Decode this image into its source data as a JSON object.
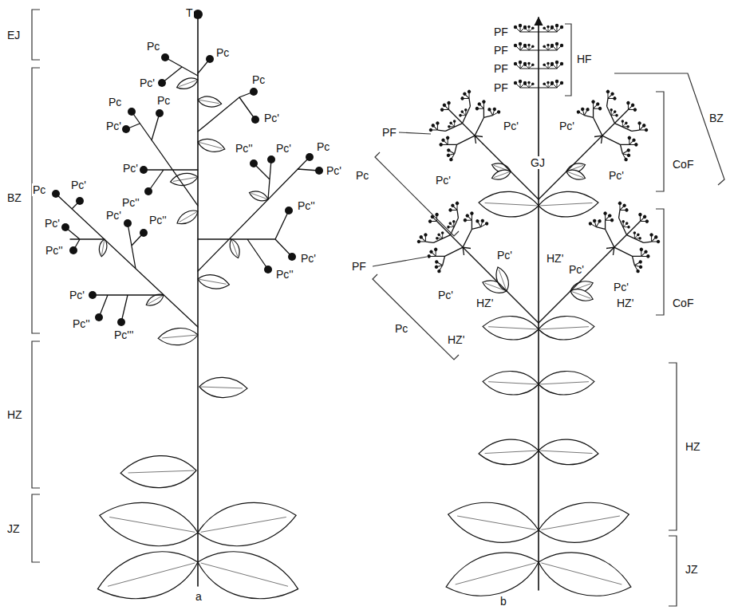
{
  "diagram": {
    "labels": [
      "T",
      "EJ",
      "Pc",
      "Pc",
      "Pc'",
      "Pc",
      "Pc",
      "Pc",
      "Pc'",
      "Pc'",
      "Pc'",
      "Pc''",
      "Pc",
      "Pc'",
      "Pc'",
      "BZ",
      "Pc",
      "Pc'",
      "Pc''",
      "Pc''",
      "Pc'",
      "Pc''",
      "Pc'",
      "Pc''",
      "Pc'",
      "Pc''",
      "Pc'",
      "Pc''",
      "Pc'''",
      "HZ",
      "JZ",
      "a",
      "PF",
      "HF",
      "PF",
      "PF",
      "PF",
      "BZ",
      "Pc'",
      "Pc'",
      "PF",
      "CoF",
      "Pc",
      "GJ",
      "Pc'",
      "Pc'",
      "Pc'",
      "HZ'",
      "Pc'",
      "PF",
      "Pc'",
      "HZ'",
      "Pc'",
      "HZ'",
      "CoF",
      "Pc",
      "HZ'",
      "HZ",
      "JZ",
      "b"
    ]
  }
}
